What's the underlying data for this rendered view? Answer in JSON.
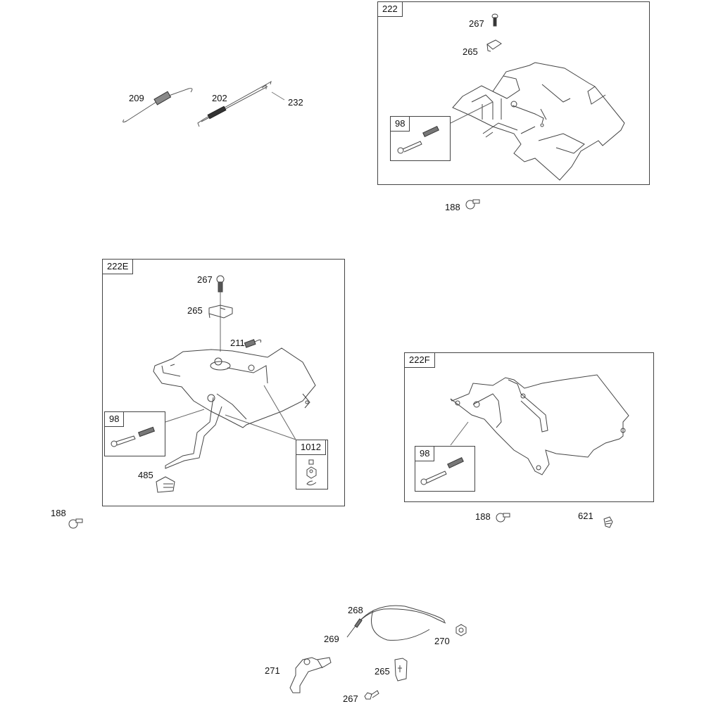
{
  "diagram": {
    "title": "Control Bracket Assembly Exploded Parts Diagram",
    "loose_parts_top": [
      {
        "id": "209",
        "label": "209",
        "part": "spring"
      },
      {
        "id": "202",
        "label": "202",
        "part": "governor link with spring"
      },
      {
        "id": "232",
        "label": "232",
        "part": "link hook"
      }
    ],
    "groups": [
      {
        "id": "222",
        "label": "222",
        "callouts": [
          "267",
          "265"
        ],
        "inset": {
          "label": "98",
          "parts": [
            "pin",
            "spring"
          ]
        },
        "below": [
          {
            "label": "188",
            "part": "screw"
          }
        ]
      },
      {
        "id": "222E",
        "label": "222E",
        "callouts": [
          "267",
          "265",
          "211",
          "485"
        ],
        "inset": {
          "label": "98",
          "parts": [
            "pin",
            "spring"
          ]
        },
        "inset2": {
          "label": "1012",
          "parts": [
            "screw",
            "nut",
            "clip"
          ]
        },
        "below": [
          {
            "label": "188",
            "part": "screw"
          }
        ]
      },
      {
        "id": "222F",
        "label": "222F",
        "callouts": [],
        "inset": {
          "label": "98",
          "parts": [
            "pin",
            "spring"
          ]
        },
        "below": [
          {
            "label": "188",
            "part": "screw"
          },
          {
            "label": "621",
            "part": "clip"
          }
        ]
      }
    ],
    "cable_group": [
      {
        "label": "268",
        "part": "cable"
      },
      {
        "label": "269",
        "part": "cable end"
      },
      {
        "label": "270",
        "part": "nut"
      },
      {
        "label": "271",
        "part": "cable bracket"
      },
      {
        "label": "265",
        "part": "clamp"
      },
      {
        "label": "267",
        "part": "screw"
      }
    ]
  }
}
